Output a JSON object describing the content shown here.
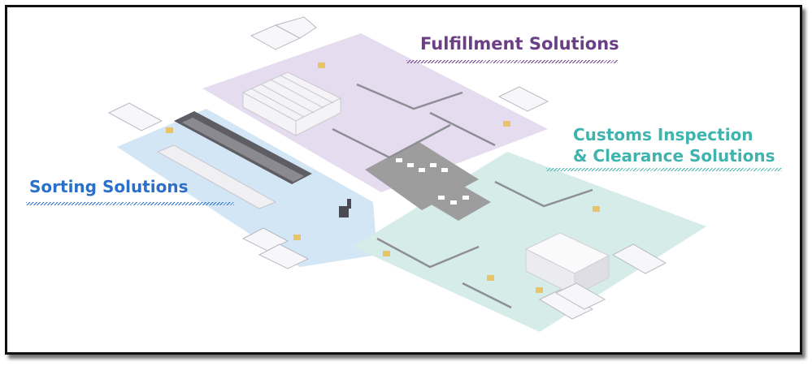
{
  "labels": {
    "fulfillment": "Fulfillment Solutions",
    "customs_line1": "Customs Inspection",
    "customs_line2": "& Clearance Solutions",
    "sorting": "Sorting Solutions"
  },
  "colors": {
    "fulfillment": "#6b3f86",
    "customs": "#3fb3ad",
    "sorting": "#2b70c8",
    "zone_fulfillment": "#e6dcef",
    "zone_customs": "#d6ece9",
    "zone_sorting": "#d3e6f5",
    "zone_center": "#9d9d9d",
    "border": "#111111"
  },
  "icons": [
    "truck-icon",
    "warehouse-shelving-icon",
    "conveyor-icon",
    "cargo-box-icon",
    "workstation-icon",
    "robot-arm-icon"
  ]
}
